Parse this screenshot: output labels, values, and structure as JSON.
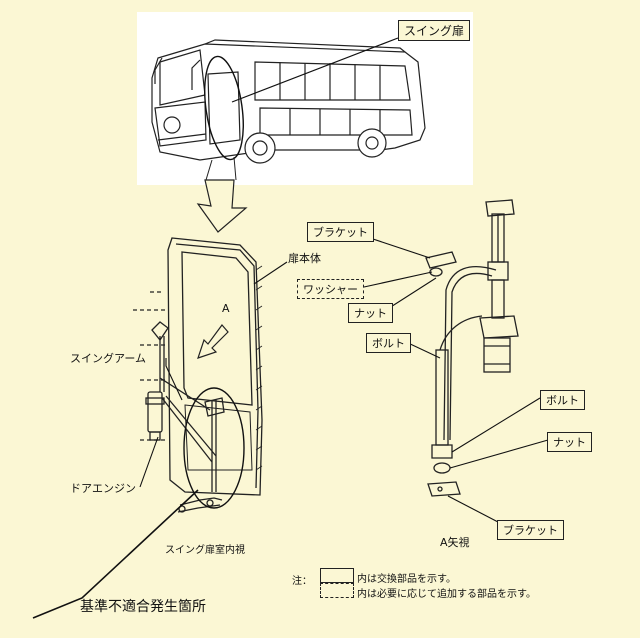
{
  "labels": {
    "swing_door": "スイング扉",
    "door_body": "扉本体",
    "view_a_marker": "A",
    "swing_arm": "スイングアーム",
    "door_engine": "ドアエンジン",
    "swing_door_inside_view": "スイング扉室内視",
    "bracket_top": "ブラケット",
    "washer": "ワッシャー",
    "nut_top": "ナット",
    "bolt_top": "ボルト",
    "bolt_bottom": "ボルト",
    "nut_bottom": "ナット",
    "bracket_bottom": "ブラケット",
    "view_a": "A矢視",
    "defect_location": "基準不適合発生箇所",
    "note_prefix": "注：",
    "note_solid": "内は交換部品を示す。",
    "note_dashed": "内は必要に応じて追加する部品を示す。"
  }
}
